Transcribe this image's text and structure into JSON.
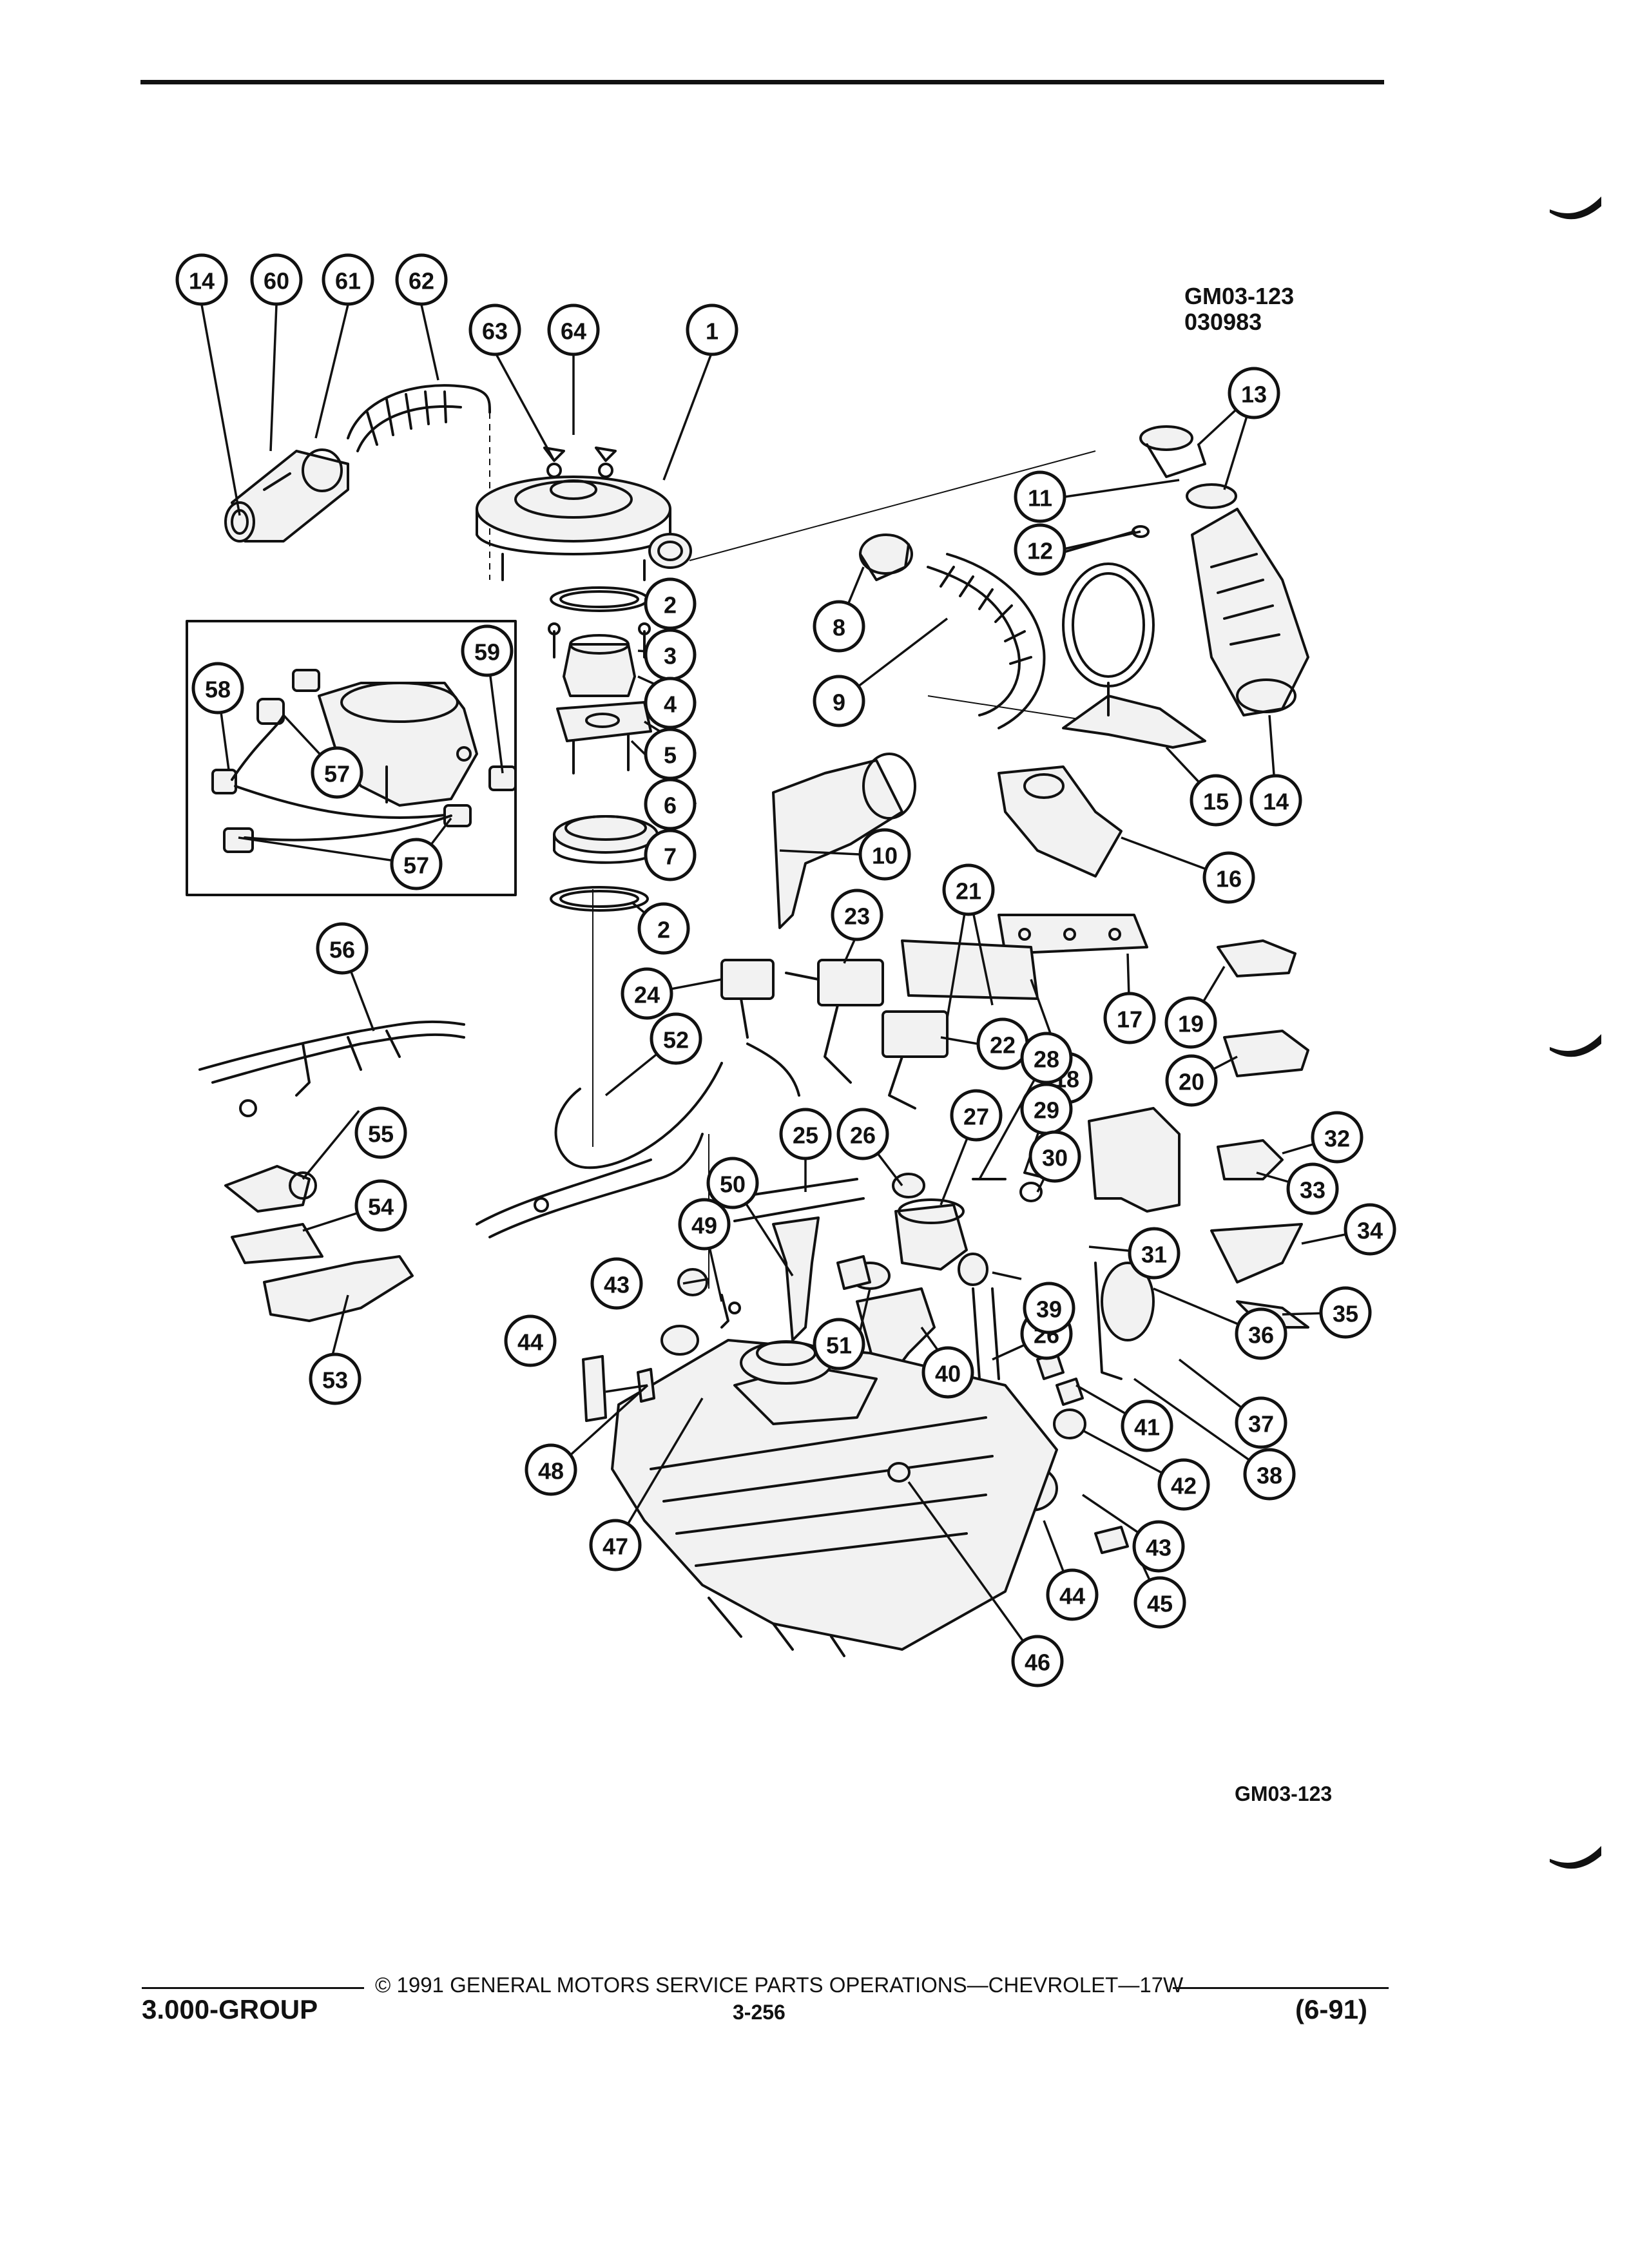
{
  "figure": {
    "code_top": "GM03-123",
    "date_code": "030983",
    "code_bottom": "GM03-123"
  },
  "footer": {
    "copyright": "© 1991 GENERAL MOTORS SERVICE PARTS OPERATIONS—CHEVROLET—17W",
    "group": "3.000-GROUP",
    "page_number": "3-256",
    "revision": "(6-91)"
  },
  "callouts": [
    "1",
    "2",
    "2",
    "3",
    "4",
    "5",
    "6",
    "7",
    "8",
    "9",
    "10",
    "11",
    "12",
    "13",
    "14",
    "14",
    "15",
    "16",
    "17",
    "18",
    "19",
    "20",
    "21",
    "22",
    "23",
    "24",
    "25",
    "26",
    "26",
    "27",
    "28",
    "29",
    "30",
    "31",
    "32",
    "33",
    "34",
    "35",
    "36",
    "37",
    "38",
    "39",
    "40",
    "41",
    "42",
    "43",
    "43",
    "44",
    "44",
    "45",
    "46",
    "47",
    "48",
    "49",
    "50",
    "51",
    "52",
    "53",
    "54",
    "55",
    "56",
    "57",
    "57",
    "58",
    "59",
    "60",
    "61",
    "62",
    "63",
    "64"
  ]
}
